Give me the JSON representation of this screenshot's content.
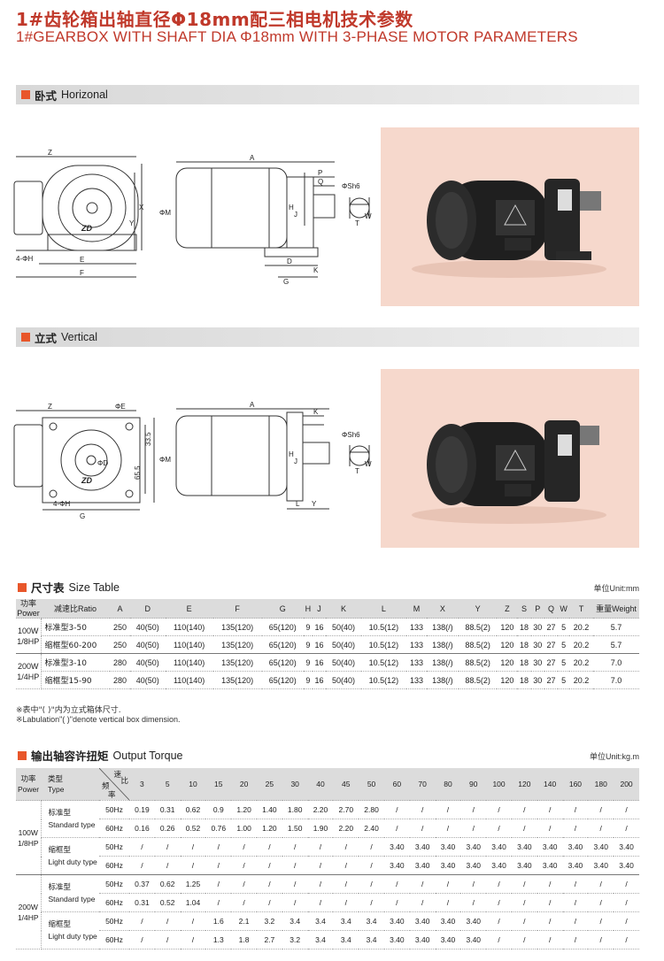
{
  "title": {
    "cn": "1#齿轮箱出轴直径Φ18mm配三相电机技术参数",
    "en": "1#GEARBOX WITH SHAFT DIA Φ18mm WITH 3-PHASE MOTOR PARAMETERS"
  },
  "sections": {
    "horizontal": {
      "cn": "卧式",
      "en": "Horizonal"
    },
    "vertical": {
      "cn": "立式",
      "en": "Vertical"
    },
    "size_table": {
      "cn": "尺寸表",
      "en": "Size Table",
      "unit": "单位Unit:mm"
    },
    "torque": {
      "cn": "输出轴容许扭矩",
      "en": "Output Torque",
      "unit": "单位Unit:kg.m"
    }
  },
  "drawing_labels": {
    "horizontal": [
      "Z",
      "A",
      "P",
      "Q",
      "ΦSh6",
      "X",
      "Y",
      "ΦM",
      "H",
      "J",
      "T",
      "W",
      "4-ΦH",
      "E",
      "F",
      "D",
      "G",
      "K"
    ],
    "vertical": [
      "Z",
      "ΦE",
      "A",
      "K",
      "33.5",
      "65.5",
      "ΦD",
      "ΦM",
      "ΦSh6",
      "H",
      "J",
      "T",
      "W",
      "4-ΦH",
      "G",
      "L",
      "Y"
    ]
  },
  "logo": "ZD",
  "size_table": {
    "header": {
      "power": "功率\nPower",
      "power_cn": "功率",
      "power_en": "Power",
      "ratio_cn": "减速比",
      "ratio_en": "Ratio",
      "cols": [
        "A",
        "D",
        "E",
        "F",
        "G",
        "H",
        "J",
        "K",
        "L",
        "M",
        "X",
        "Y",
        "Z",
        "S",
        "P",
        "Q",
        "W",
        "T"
      ],
      "weight_cn": "重量",
      "weight_en": "Weight"
    },
    "groups": [
      {
        "power": [
          "100W",
          "1/8HP"
        ],
        "rows": [
          {
            "ratio": "标准型3-50",
            "vals": [
              "250",
              "40(50)",
              "110(140)",
              "135(120)",
              "65(120)",
              "9",
              "16",
              "50(40)",
              "10.5(12)",
              "133",
              "138(/)",
              "88.5(2)",
              "120",
              "18",
              "30",
              "27",
              "5",
              "20.2"
            ],
            "weight": "5.7"
          },
          {
            "ratio": "缩框型60-200",
            "vals": [
              "250",
              "40(50)",
              "110(140)",
              "135(120)",
              "65(120)",
              "9",
              "16",
              "50(40)",
              "10.5(12)",
              "133",
              "138(/)",
              "88.5(2)",
              "120",
              "18",
              "30",
              "27",
              "5",
              "20.2"
            ],
            "weight": "5.7"
          }
        ]
      },
      {
        "power": [
          "200W",
          "1/4HP"
        ],
        "rows": [
          {
            "ratio": "标准型3-10",
            "vals": [
              "280",
              "40(50)",
              "110(140)",
              "135(120)",
              "65(120)",
              "9",
              "16",
              "50(40)",
              "10.5(12)",
              "133",
              "138(/)",
              "88.5(2)",
              "120",
              "18",
              "30",
              "27",
              "5",
              "20.2"
            ],
            "weight": "7.0"
          },
          {
            "ratio": "缩框型15-90",
            "vals": [
              "280",
              "40(50)",
              "110(140)",
              "135(120)",
              "65(120)",
              "9",
              "16",
              "50(40)",
              "10.5(12)",
              "133",
              "138(/)",
              "88.5(2)",
              "120",
              "18",
              "30",
              "27",
              "5",
              "20.2"
            ],
            "weight": "7.0"
          }
        ]
      }
    ],
    "notes": [
      "※表中\"( )\"内为立式箱体尺寸.",
      "※Labulation\"( )\"denote vertical box dimension."
    ]
  },
  "torque_table": {
    "header": {
      "power_cn": "功率",
      "power_en": "Power",
      "type_cn": "类型",
      "type_en": "Type",
      "speed_cn": "速",
      "ratio_cn": "比",
      "freq_cn": "频",
      "rate_cn": "率",
      "ratios": [
        "3",
        "5",
        "10",
        "15",
        "20",
        "25",
        "30",
        "40",
        "45",
        "50",
        "60",
        "70",
        "80",
        "90",
        "100",
        "120",
        "140",
        "160",
        "180",
        "200"
      ]
    },
    "groups": [
      {
        "power": [
          "100W",
          "1/8HP"
        ],
        "types": [
          {
            "cn": "标准型",
            "en": "Standard type",
            "rows": [
              {
                "hz": "50Hz",
                "vals": [
                  "0.19",
                  "0.31",
                  "0.62",
                  "0.9",
                  "1.20",
                  "1.40",
                  "1.80",
                  "2.20",
                  "2.70",
                  "2.80",
                  "/",
                  "/",
                  "/",
                  "/",
                  "/",
                  "/",
                  "/",
                  "/",
                  "/",
                  "/"
                ]
              },
              {
                "hz": "60Hz",
                "vals": [
                  "0.16",
                  "0.26",
                  "0.52",
                  "0.76",
                  "1.00",
                  "1.20",
                  "1.50",
                  "1.90",
                  "2.20",
                  "2.40",
                  "/",
                  "/",
                  "/",
                  "/",
                  "/",
                  "/",
                  "/",
                  "/",
                  "/",
                  "/"
                ]
              }
            ]
          },
          {
            "cn": "缩框型",
            "en": "Light duty type",
            "rows": [
              {
                "hz": "50Hz",
                "vals": [
                  "/",
                  "/",
                  "/",
                  "/",
                  "/",
                  "/",
                  "/",
                  "/",
                  "/",
                  "/",
                  "3.40",
                  "3.40",
                  "3.40",
                  "3.40",
                  "3.40",
                  "3.40",
                  "3.40",
                  "3.40",
                  "3.40",
                  "3.40"
                ]
              },
              {
                "hz": "60Hz",
                "vals": [
                  "/",
                  "/",
                  "/",
                  "/",
                  "/",
                  "/",
                  "/",
                  "/",
                  "/",
                  "/",
                  "3.40",
                  "3.40",
                  "3.40",
                  "3.40",
                  "3.40",
                  "3.40",
                  "3.40",
                  "3.40",
                  "3.40",
                  "3.40"
                ]
              }
            ]
          }
        ]
      },
      {
        "power": [
          "200W",
          "1/4HP"
        ],
        "types": [
          {
            "cn": "标准型",
            "en": "Standard type",
            "rows": [
              {
                "hz": "50Hz",
                "vals": [
                  "0.37",
                  "0.62",
                  "1.25",
                  "/",
                  "/",
                  "/",
                  "/",
                  "/",
                  "/",
                  "/",
                  "/",
                  "/",
                  "/",
                  "/",
                  "/",
                  "/",
                  "/",
                  "/",
                  "/",
                  "/"
                ]
              },
              {
                "hz": "60Hz",
                "vals": [
                  "0.31",
                  "0.52",
                  "1.04",
                  "/",
                  "/",
                  "/",
                  "/",
                  "/",
                  "/",
                  "/",
                  "/",
                  "/",
                  "/",
                  "/",
                  "/",
                  "/",
                  "/",
                  "/",
                  "/",
                  "/"
                ]
              }
            ]
          },
          {
            "cn": "缩框型",
            "en": "Light duty type",
            "rows": [
              {
                "hz": "50Hz",
                "vals": [
                  "/",
                  "/",
                  "/",
                  "1.6",
                  "2.1",
                  "3.2",
                  "3.4",
                  "3.4",
                  "3.4",
                  "3.4",
                  "3.40",
                  "3.40",
                  "3.40",
                  "3.40",
                  "/",
                  "/",
                  "/",
                  "/",
                  "/",
                  "/"
                ]
              },
              {
                "hz": "60Hz",
                "vals": [
                  "/",
                  "/",
                  "/",
                  "1.3",
                  "1.8",
                  "2.7",
                  "3.2",
                  "3.4",
                  "3.4",
                  "3.4",
                  "3.40",
                  "3.40",
                  "3.40",
                  "3.40",
                  "/",
                  "/",
                  "/",
                  "/",
                  "/",
                  "/"
                ]
              }
            ]
          }
        ]
      }
    ]
  },
  "colors": {
    "accent": "#c0392b",
    "marker": "#e8562a",
    "photo_bg": "#f6d8cc",
    "header_bg": "#dcdcdc"
  }
}
